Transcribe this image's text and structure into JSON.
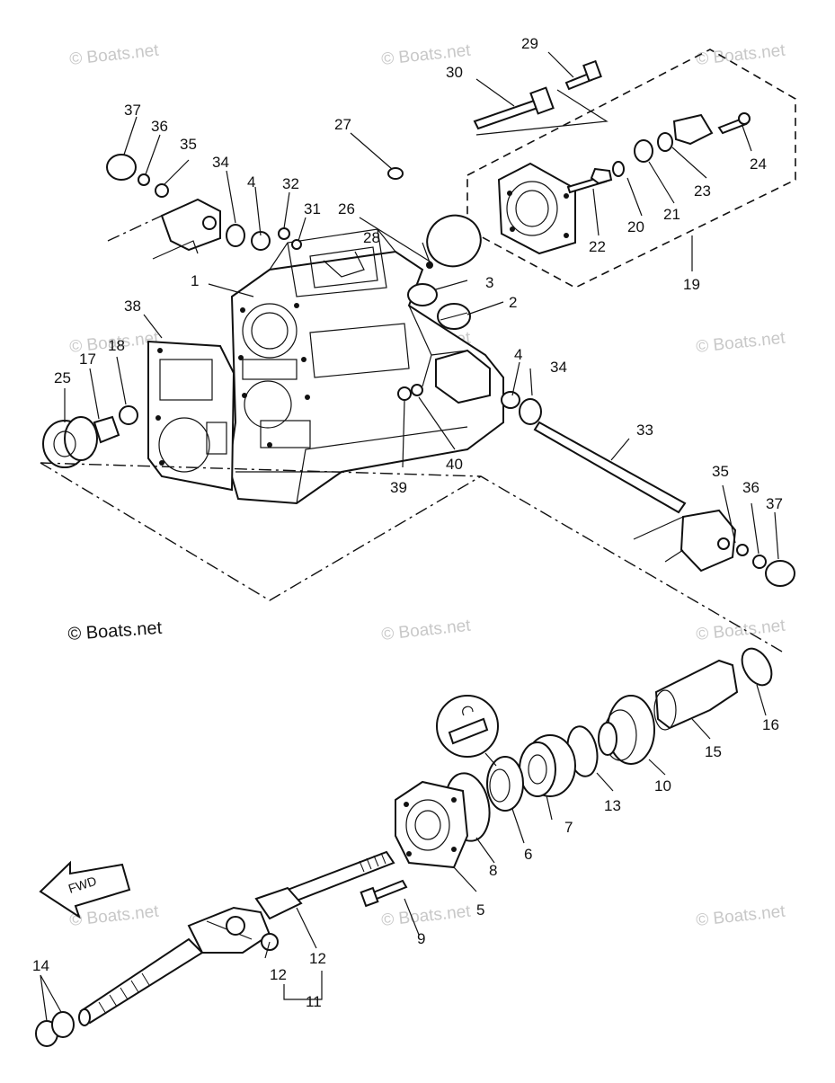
{
  "watermark": {
    "text": "© Boats.net"
  },
  "fwd_label": "FWD",
  "callouts": {
    "c1": "1",
    "c2": "2",
    "c3": "3",
    "c4a": "4",
    "c4b": "4",
    "c5": "5",
    "c6": "6",
    "c7": "7",
    "c8": "8",
    "c9": "9",
    "c10": "10",
    "c11": "11",
    "c12a": "12",
    "c12b": "12",
    "c13": "13",
    "c14": "14",
    "c15": "15",
    "c16": "16",
    "c17": "17",
    "c18": "18",
    "c19": "19",
    "c20": "20",
    "c21": "21",
    "c22": "22",
    "c23": "23",
    "c24": "24",
    "c25": "25",
    "c26": "26",
    "c27": "27",
    "c28": "28",
    "c29": "29",
    "c30": "30",
    "c31": "31",
    "c32": "32",
    "c33": "33",
    "c34a": "34",
    "c34b": "34",
    "c35a": "35",
    "c35b": "35",
    "c36a": "36",
    "c36b": "36",
    "c37a": "37",
    "c37b": "37",
    "c38": "38",
    "c39": "39",
    "c40": "40"
  }
}
